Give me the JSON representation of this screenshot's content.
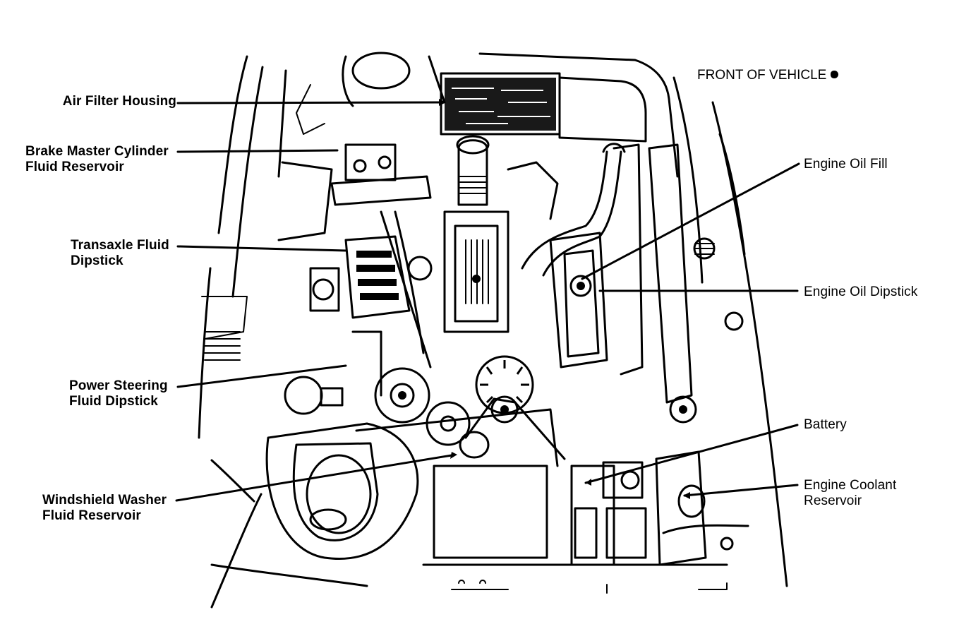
{
  "diagram": {
    "orientation_note": "FRONT OF VEHICLE",
    "orientation_arrow_icon": "front-direction-arrow-icon",
    "callouts_left": [
      {
        "id": "air-filter-housing",
        "lines": [
          "Air Filter Housing"
        ]
      },
      {
        "id": "brake-master-cylinder-fluid-reservoir",
        "lines": [
          "Brake Master Cylinder",
          "Fluid Reservoir"
        ]
      },
      {
        "id": "transaxle-fluid-dipstick",
        "lines": [
          "Transaxle Fluid",
          "Dipstick"
        ]
      },
      {
        "id": "power-steering-fluid-dipstick",
        "lines": [
          "Power Steering",
          "Fluid Dipstick"
        ]
      },
      {
        "id": "windshield-washer-fluid-reservoir",
        "lines": [
          "Windshield Washer",
          "Fluid Reservoir"
        ]
      }
    ],
    "callouts_right": [
      {
        "id": "engine-oil-fill",
        "lines": [
          "Engine Oil Fill"
        ]
      },
      {
        "id": "engine-oil-dipstick",
        "lines": [
          "Engine Oil Dipstick"
        ]
      },
      {
        "id": "battery",
        "lines": [
          "Battery"
        ]
      },
      {
        "id": "engine-coolant-reservoir",
        "lines": [
          "Engine Coolant",
          "Reservoir"
        ]
      }
    ]
  }
}
